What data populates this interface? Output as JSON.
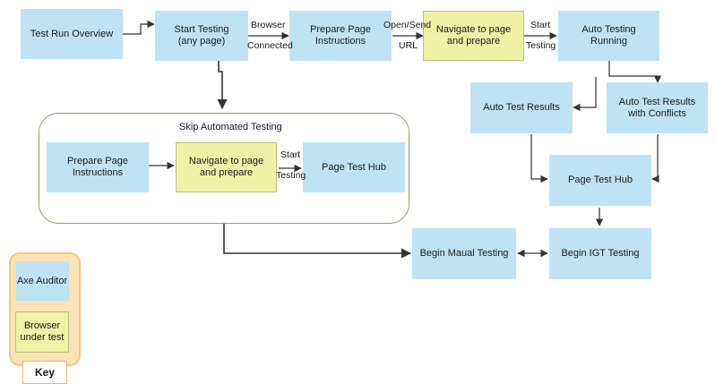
{
  "nodes": {
    "test_run_overview": "Test Run Overview",
    "start_testing": "Start Testing\n(any page)",
    "prepare_page_instructions": "Prepare Page\nInstructions",
    "navigate_prepare": "Navigate to page\nand prepare",
    "auto_testing_running": "Auto Testing\nRunning",
    "auto_test_results": "Auto Test Results",
    "auto_test_results_conflicts": "Auto Test Results\nwith Conflicts",
    "page_test_hub": "Page Test Hub",
    "begin_manual_testing": "Begin Maual Testing",
    "begin_igt_testing": "Begin IGT Testing"
  },
  "skip_group": {
    "title": "Skip Automated Testing",
    "prepare_page_instructions": "Prepare Page\nInstructions",
    "navigate_prepare": "Navigate to page\nand prepare",
    "page_test_hub": "Page Test Hub",
    "start_label": "Start",
    "testing_label": "Testing"
  },
  "edge_labels": {
    "browser": "Browser",
    "connected": "Connected",
    "open_send": "Open/Send",
    "url": "URL",
    "start": "Start",
    "testing": "Testing"
  },
  "key": {
    "title": "Key",
    "axe_auditor": "Axe Auditor",
    "browser_under_test": "Browser\nunder test"
  },
  "colors": {
    "axe_auditor": "#bfe3f5",
    "browser_under_test": "#eef2a6",
    "key_panel": "#fbe3b8"
  }
}
